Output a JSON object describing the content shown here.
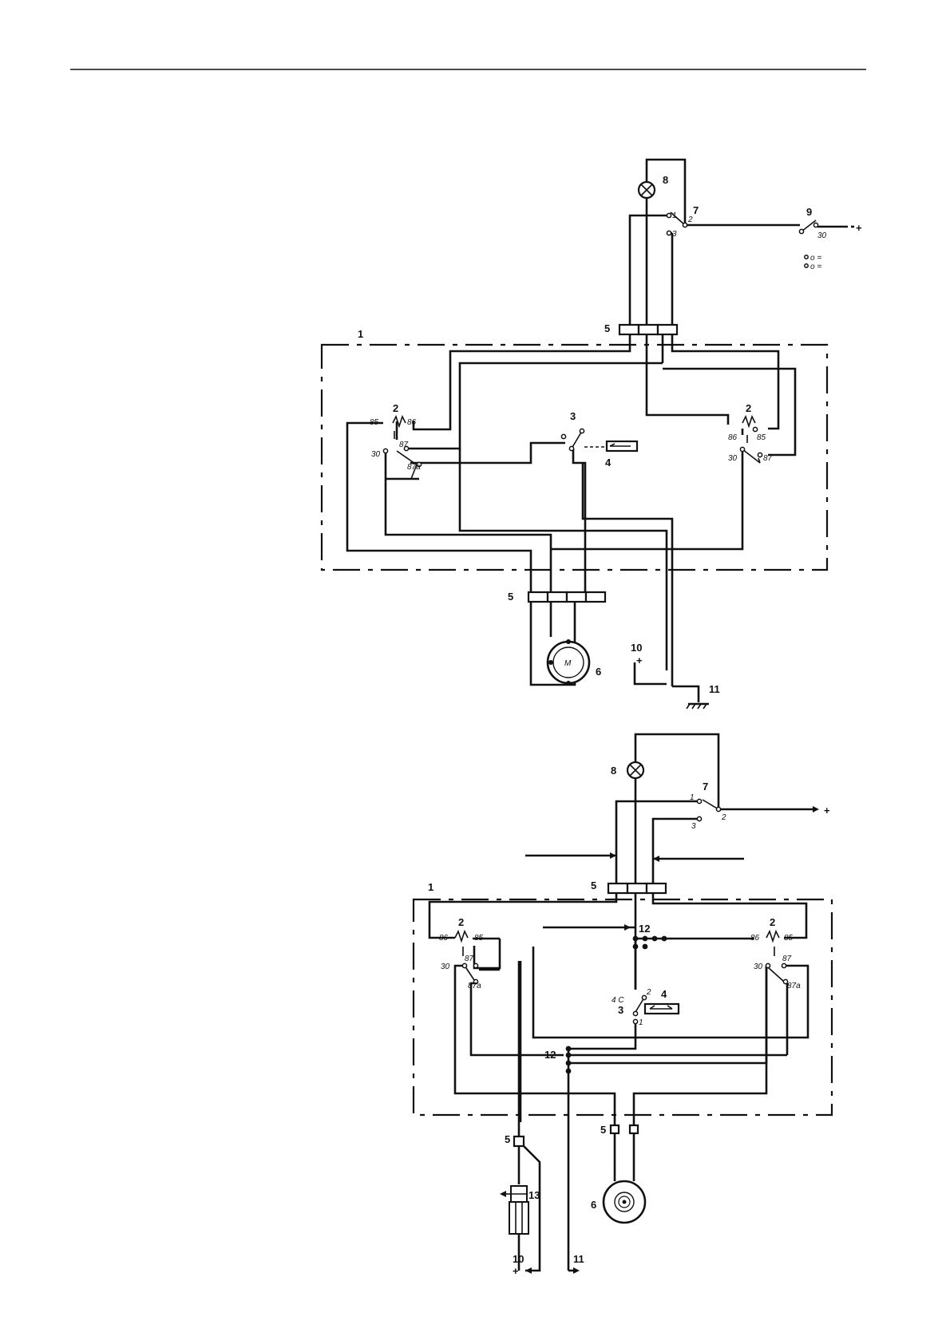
{
  "labels": {
    "relay_block": "1",
    "relay": "2",
    "switch": "3",
    "sensor": "4",
    "connector": "5",
    "motor": "6",
    "selector": "7",
    "lamp": "8",
    "ignition": "9",
    "supply": "10",
    "ground": "11",
    "junction": "12",
    "valve": "13",
    "plus": "+",
    "motor_symbol": "M"
  },
  "terminals": {
    "t85": "85",
    "t86": "86",
    "t87": "87",
    "t87a": "87a",
    "t30": "30",
    "p1": "1",
    "p2": "2",
    "p3": "3",
    "p4c": "4 C",
    "legend_a": "o =",
    "legend_b": "o ="
  }
}
